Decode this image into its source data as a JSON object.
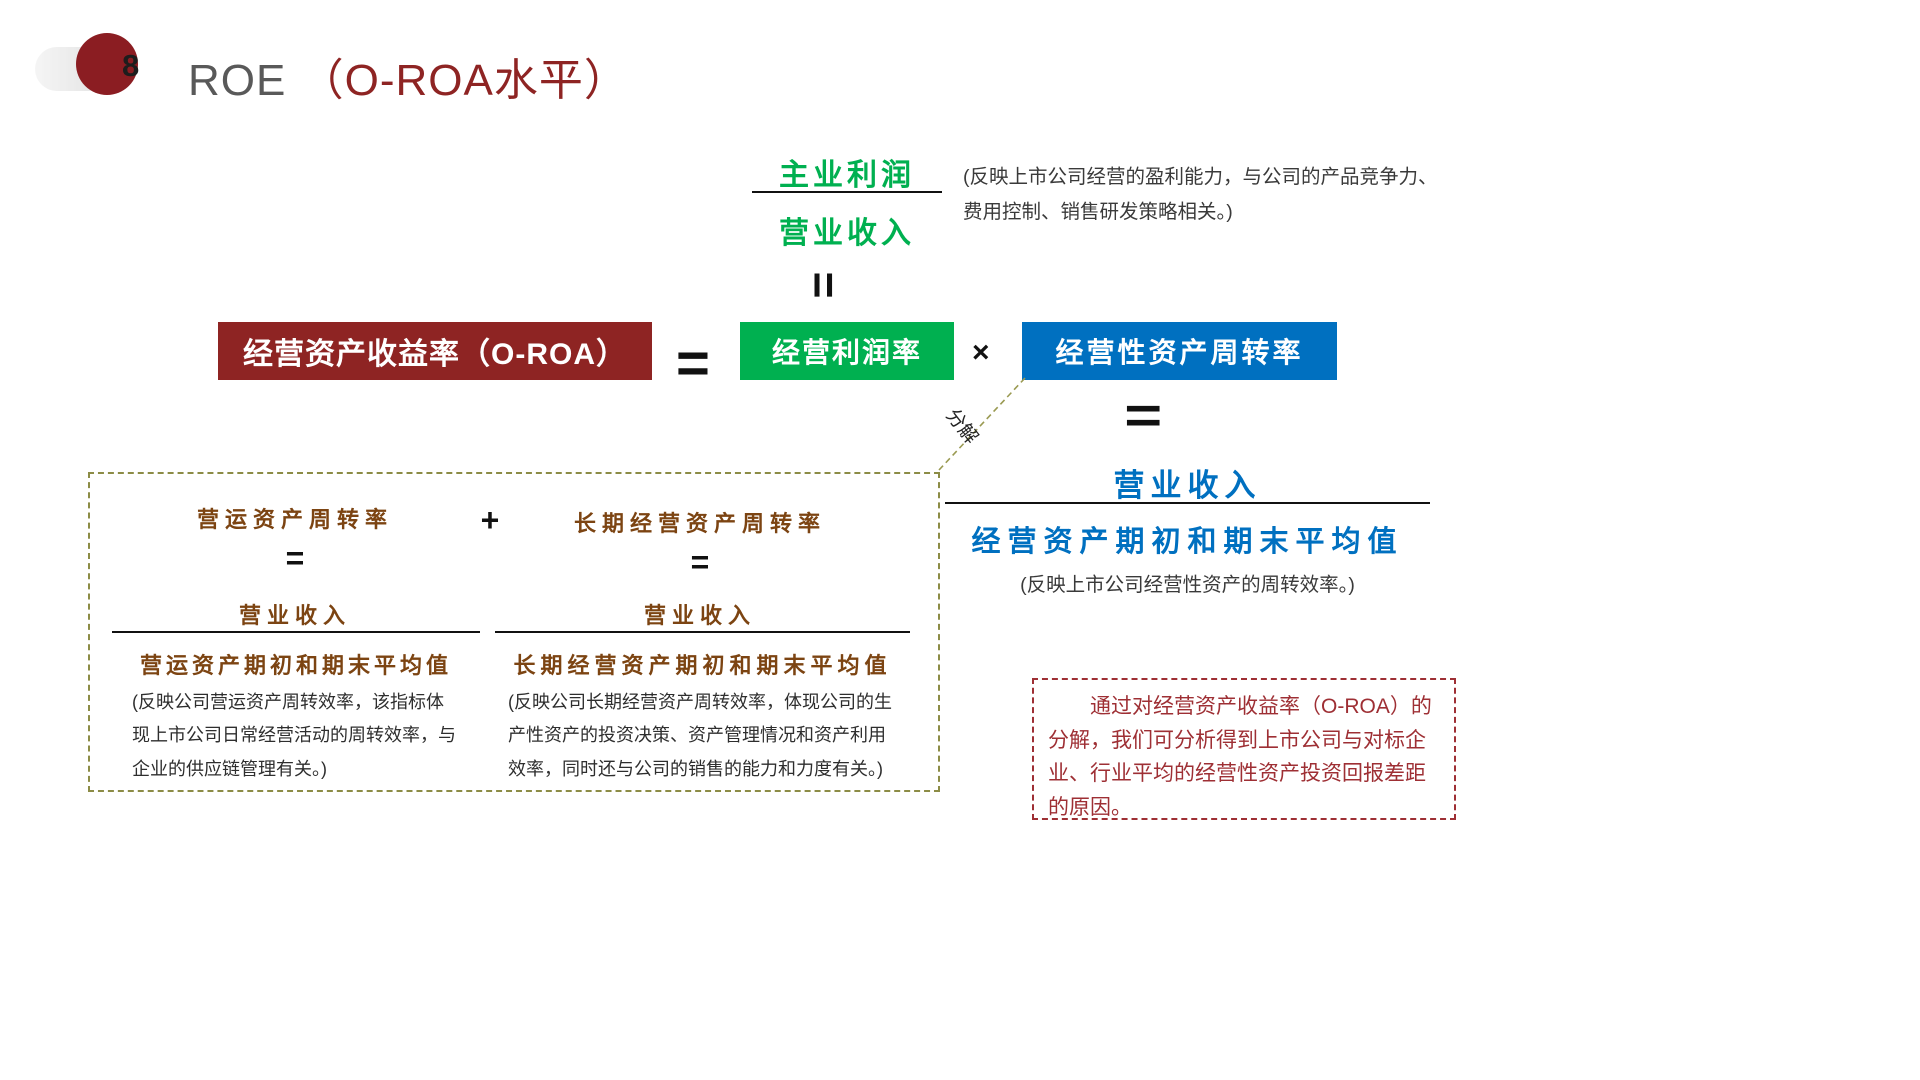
{
  "slide": {
    "page_number": "8",
    "title_roe": "ROE",
    "title_suffix": "（O-ROA水平）"
  },
  "top_fraction": {
    "numerator": "主业利润",
    "denominator": "营业收入",
    "equals": "=",
    "note": "(反映上市公司经营的盈利能力，与公司的产品竞争力、费用控制、销售研发策略相关。)"
  },
  "main_formula": {
    "left_box": "经营资产收益率（O-ROA）",
    "equals": "=",
    "margin_box": "经营利润率",
    "times": "×",
    "turnover_box": "经营性资产周转率"
  },
  "turnover_fraction": {
    "equals": "=",
    "numerator": "营业收入",
    "denominator": "经营资产期初和期末平均值",
    "note": "(反映上市公司经营性资产的周转效率。)"
  },
  "decompose_label": "分解",
  "breakdown_panel": {
    "operating": {
      "title": "营运资产周转率",
      "equals": "=",
      "numerator": "营业收入",
      "denominator": "营运资产期初和期末平均值",
      "note": "(反映公司营运资产周转效率，该指标体现上市公司日常经营活动的周转效率，与企业的供应链管理有关。)"
    },
    "plus": "+",
    "long_term": {
      "title": "长期经营资产周转率",
      "equals": "=",
      "numerator": "营业收入",
      "denominator": "长期经营资产期初和期末平均值",
      "note": "(反映公司长期经营资产周转效率，体现公司的生产性资产的投资决策、资产管理情况和资产利用效率，同时还与公司的销售的能力和力度有关。)"
    }
  },
  "conclusion_box": {
    "text": "通过对经营资产收益率（O-ROA）的分解，我们可分析得到上市公司与对标企业、行业平均的经营性资产投资回报差距的原因。"
  },
  "colors": {
    "dark_red": "#8e2423",
    "green": "#00b050",
    "blue": "#0070c0",
    "title_gray": "#595959",
    "olive_dash": "#8c8c46",
    "brown": "#7c4412",
    "conclusion_red": "#9e2f34"
  }
}
